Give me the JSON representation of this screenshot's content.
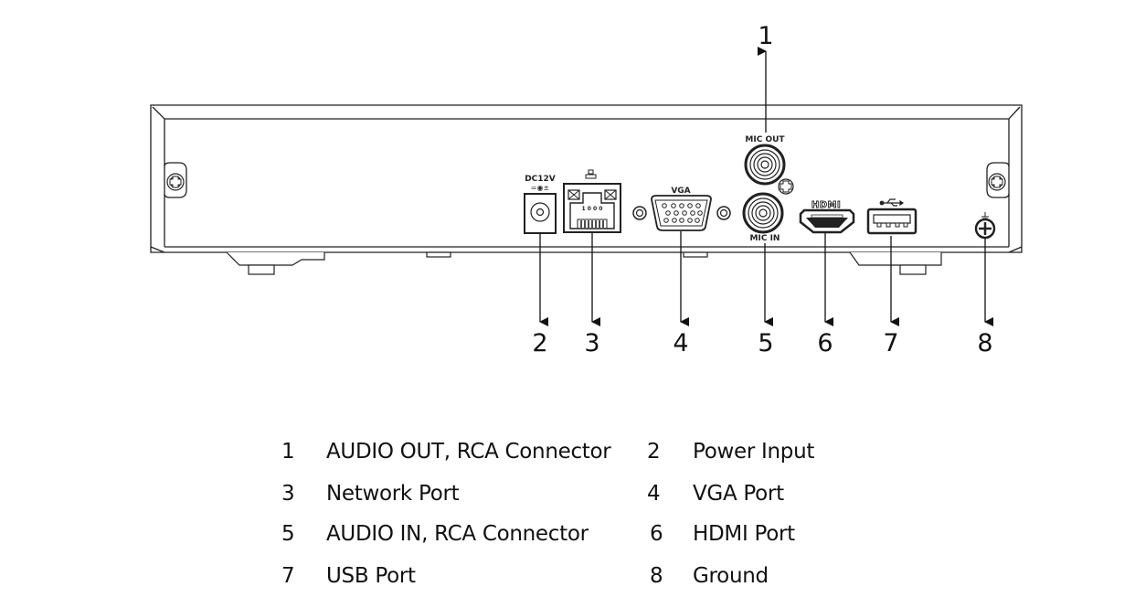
{
  "diagram": {
    "subject": "NVR rear panel",
    "port_labels": {
      "power": "DC12V",
      "vga": "VGA",
      "mic_out": "MIC OUT",
      "mic_in": "MIC IN",
      "hdmi": "HDMI"
    },
    "callouts": [
      {
        "num": "1",
        "target": "mic-out"
      },
      {
        "num": "2",
        "target": "power"
      },
      {
        "num": "3",
        "target": "network"
      },
      {
        "num": "4",
        "target": "vga"
      },
      {
        "num": "5",
        "target": "mic-in"
      },
      {
        "num": "6",
        "target": "hdmi"
      },
      {
        "num": "7",
        "target": "usb"
      },
      {
        "num": "8",
        "target": "ground"
      }
    ]
  },
  "legend": [
    {
      "num": "1",
      "text": "AUDIO OUT, RCA Connector"
    },
    {
      "num": "2",
      "text": "Power Input"
    },
    {
      "num": "3",
      "text": "Network Port"
    },
    {
      "num": "4",
      "text": "VGA Port"
    },
    {
      "num": "5",
      "text": "AUDIO IN, RCA Connector"
    },
    {
      "num": "6",
      "text": "HDMI Port"
    },
    {
      "num": "7",
      "text": "USB Port"
    },
    {
      "num": "8",
      "text": "Ground"
    }
  ]
}
